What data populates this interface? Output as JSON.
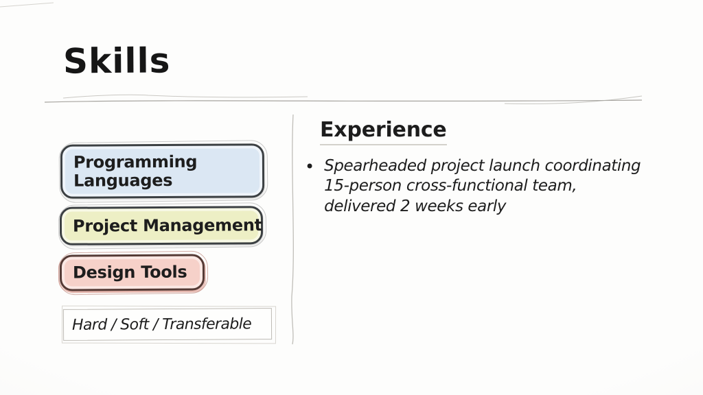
{
  "page": {
    "title": "Skills"
  },
  "skills": {
    "boxes": [
      {
        "label": "Programming Languages",
        "fill": "#dbe7f3"
      },
      {
        "label": "Project Management",
        "fill": "#edefc5"
      },
      {
        "label": "Design Tools",
        "fill": "#f6d1c9"
      }
    ],
    "footnote": "Hard / Soft / Transferable"
  },
  "experience": {
    "heading": "Experience",
    "bullet_glyph": "•",
    "bullets": [
      "Spearheaded project launch coordinating 15-person cross-functional team, delivered 2 weeks early"
    ]
  },
  "colors": {
    "ink": "#1d1d1d",
    "box_border_dark": "#3c4043",
    "pink_border": "#553b36",
    "blue_fill": "#dbe7f3",
    "yellow_fill": "#edefc5",
    "pink_fill": "#f6d1c9",
    "pencil_line": "#b5b3ad",
    "background": "#fbfaf8"
  }
}
